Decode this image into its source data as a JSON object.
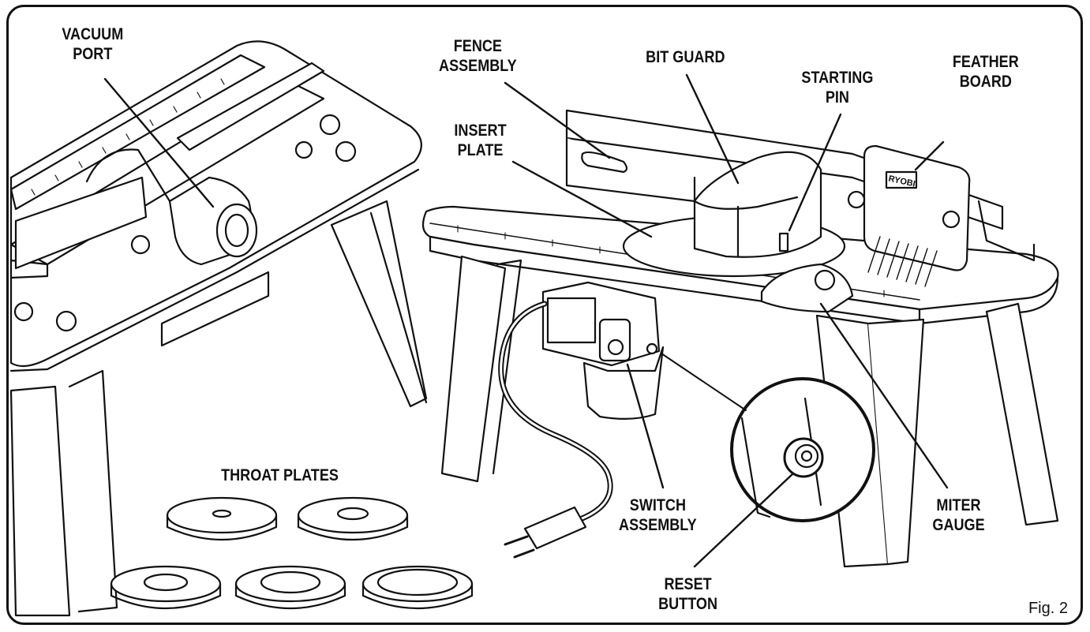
{
  "labels": {
    "vacuum_port": [
      "VACUUM",
      "PORT"
    ],
    "fence_assembly": [
      "FENCE",
      "ASSEMBLY"
    ],
    "bit_guard": [
      "BIT GUARD"
    ],
    "starting_pin": [
      "STARTING",
      "PIN"
    ],
    "feather_board": [
      "FEATHER",
      "BOARD"
    ],
    "insert_plate": [
      "INSERT",
      "PLATE"
    ],
    "throat_plates": [
      "THROAT PLATES"
    ],
    "switch_assembly": [
      "SWITCH",
      "ASSEMBLY"
    ],
    "reset_button": [
      "RESET",
      "BUTTON"
    ],
    "miter_gauge": [
      "MITER",
      "GAUGE"
    ]
  },
  "brand_text": "RYOBI",
  "figure_caption": "Fig. 2"
}
